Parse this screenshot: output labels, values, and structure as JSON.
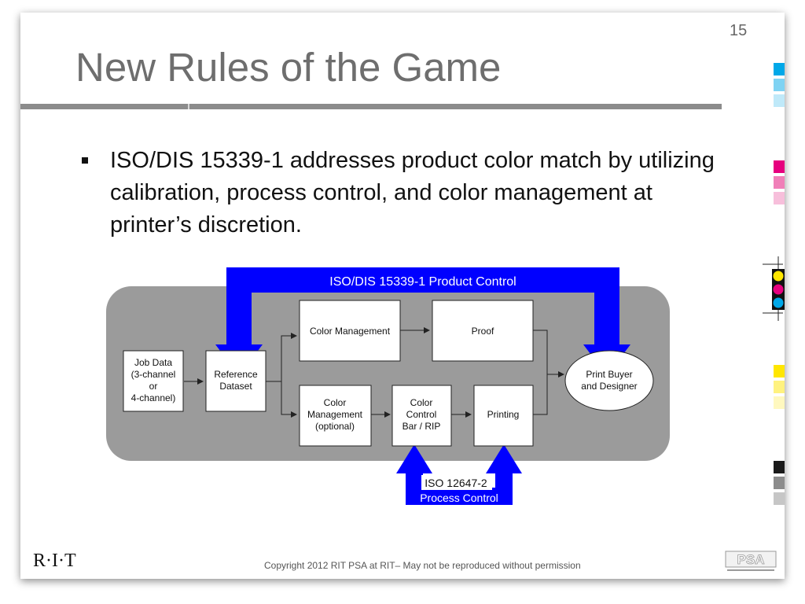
{
  "slide": {
    "page_number": "15",
    "title": "New Rules of the Game",
    "bullet": "ISO/DIS 15339-1 addresses product color match by utilizing calibration, process control, and color management at printer’s discretion.",
    "footer_logo": "R·I·T",
    "copyright": "Copyright 2012 RIT PSA at RIT– May not be reproduced without permission",
    "psa_logo_text": "PSA"
  },
  "colors": {
    "title": "#6e6e6e",
    "arrow_blue": "#0000ff",
    "panel_gray": "#9b9b9b",
    "rule_gray": "#8c8c8c"
  },
  "color_bar": [
    "#00a8e8",
    "#7fd3f3",
    "#bfe9f9",
    "#e6007e",
    "#f07fb8",
    "#f7bfdb",
    "#ffe600",
    "#fff27f",
    "#fff8bf",
    "#1a1a1a",
    "#8c8c8c",
    "#c6c6c6"
  ],
  "diagram": {
    "product_control_label": "ISO/DIS 15339-1 Product Control",
    "process_control_label_1": "ISO 12647-2",
    "process_control_label_2": "Process Control",
    "nodes": {
      "job_data": [
        "Job Data",
        "(3-channel",
        "or",
        "4-channel)"
      ],
      "reference_dataset": [
        "Reference",
        "Dataset"
      ],
      "color_management": [
        "Color Management"
      ],
      "proof": [
        "Proof"
      ],
      "color_management_optional": [
        "Color",
        "Management",
        "(optional)"
      ],
      "color_control_bar": [
        "Color",
        "Control",
        "Bar / RIP"
      ],
      "printing": [
        "Printing"
      ],
      "print_buyer": [
        "Print Buyer",
        "and Designer"
      ]
    }
  }
}
